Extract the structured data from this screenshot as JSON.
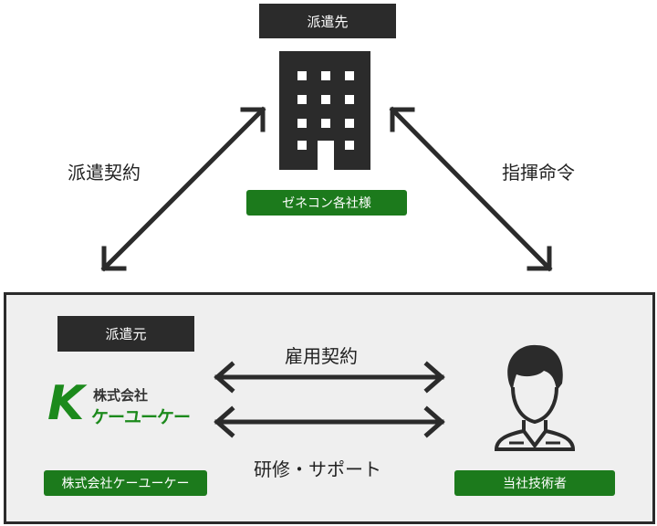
{
  "client": {
    "label": "派遣先",
    "name": "ゼネコン各社様"
  },
  "relations": {
    "dispatch_contract": "派遣契約",
    "command": "指揮命令",
    "employment": "雇用契約",
    "support": "研修・サポート"
  },
  "dispatcher": {
    "label": "派遣元",
    "logo_letter": "K",
    "logo_top": "株式会社",
    "logo_bottom": "ケーユーケー",
    "name": "株式会社ケーユーケー"
  },
  "engineer": {
    "name": "当社技術者"
  },
  "colors": {
    "green": "#1c7a1c",
    "dark": "#2b2b2b"
  }
}
